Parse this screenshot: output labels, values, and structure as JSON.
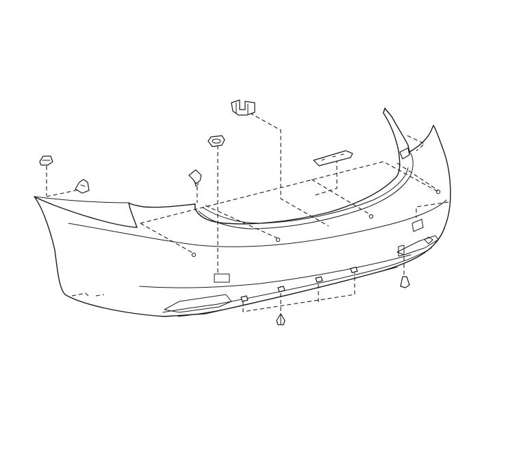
{
  "diagram": {
    "subject": "rear-bumper-cover-exploded-view",
    "line_color": "#1a1a1a",
    "background_color": "#ffffff",
    "parts": [
      "bumper-cover",
      "upper-bracket",
      "center-retainer",
      "side-clip-left",
      "side-retainer-left",
      "mounting-clip-left",
      "reflector-cover",
      "lower-clip",
      "pin-clip",
      "side-bracket-right"
    ]
  }
}
